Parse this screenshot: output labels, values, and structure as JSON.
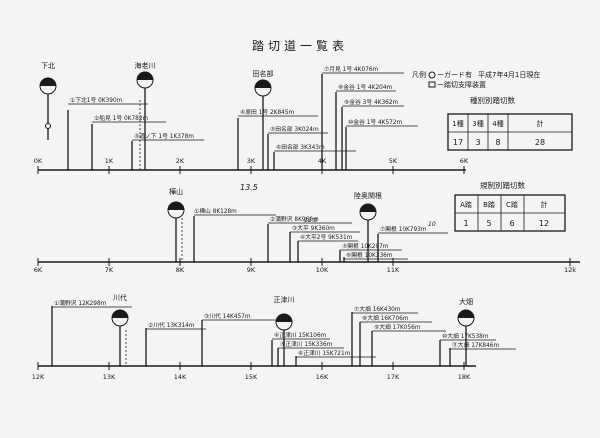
{
  "title": "踏切道一覧表",
  "date": "平成7年4月1日現在",
  "legend": {
    "prefix": "凡例",
    "guard": "ーガード有",
    "device": "ー踏切支障装置"
  },
  "table1": {
    "title": "種別別踏切数",
    "headers": [
      "1種",
      "3種",
      "4種",
      "計"
    ],
    "values": [
      "17",
      "3",
      "8",
      "28"
    ]
  },
  "table2": {
    "title": "規制別踏切数",
    "headers": [
      "A踏",
      "B踏",
      "C踏",
      "計"
    ],
    "values": [
      "1",
      "5",
      "6",
      "12"
    ]
  },
  "rows": [
    {
      "ticks": [
        "0K",
        "1K",
        "2K",
        "3K",
        "4K",
        "5K",
        "6K"
      ],
      "stations": [
        "下北",
        "海老川",
        "田名部"
      ],
      "crossings": [
        "①下北1号 0K390m",
        "②船見 1号 0K782m",
        "③道ノ下 1号 1K378m",
        "④原田 1号 2K845m",
        "⑤田名部 3K024m",
        "⑥田名部 3K343m",
        "⑦月見 1号 4K076m",
        "⑧金谷 1号 4K204m",
        "⑨金谷 3号 4K362m",
        "⑩金谷 1号 4K572m"
      ]
    },
    {
      "ticks": [
        "6K",
        "7K",
        "8K",
        "9K",
        "10K",
        "11K",
        "12k"
      ],
      "stations": [
        "樺山",
        "陸奥関根"
      ],
      "crossings": [
        "①樺山 8K128m",
        "②蒲野沢 8K960m",
        "③大平 9K360m",
        "④大平2号 9K531m",
        "⑤関根 10K207m",
        "⑥関根 10K336m",
        "⑦関根 10K793m"
      ],
      "notes": [
        "13.5",
        "12.0",
        "10"
      ]
    },
    {
      "ticks": [
        "12K",
        "13K",
        "14K",
        "15K",
        "16K",
        "17K",
        "18K"
      ],
      "stations": [
        "川代",
        "正津川",
        "大畑"
      ],
      "crossings": [
        "①蒲野沢 12K298m",
        "②川代 13K314m",
        "③川代 14K457m",
        "④正津川 15K106m",
        "⑤正津川 15K336m",
        "⑥正津川 15K721m",
        "⑦大畑 16K430m",
        "⑧大畑 16K706m",
        "⑨大畑 17K056m",
        "⑩大畑 17K538m",
        "⑪大畑 17K846m"
      ]
    }
  ]
}
